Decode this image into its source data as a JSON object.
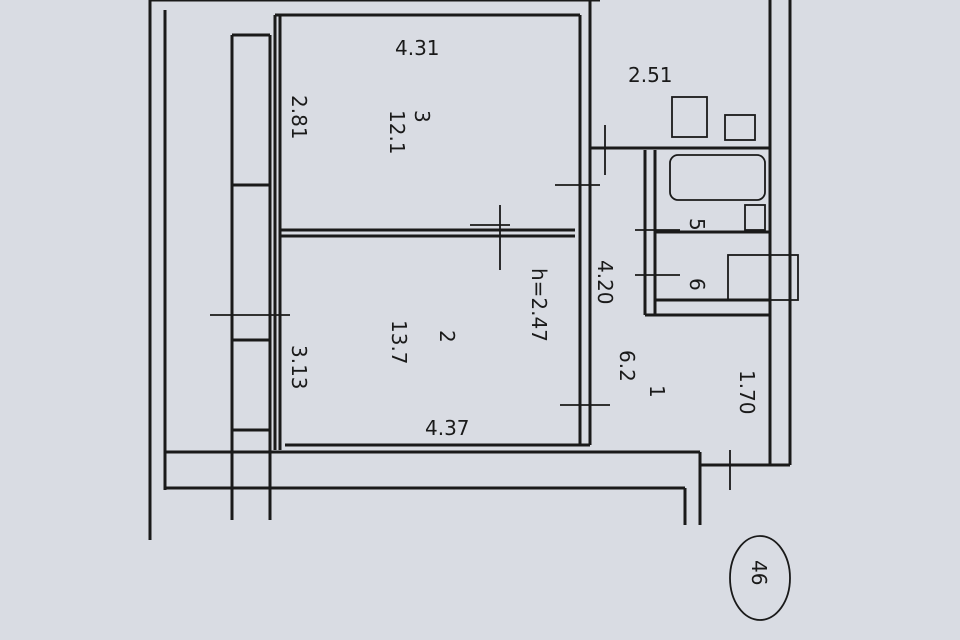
{
  "plan": {
    "badge": "46",
    "ceiling_height": "h=2.47",
    "rooms": [
      {
        "number": "3",
        "area": "12.1",
        "width": "4.31",
        "length": "2.81"
      },
      {
        "number": "2",
        "area": "13.7",
        "width": "4.37",
        "length": "3.13"
      },
      {
        "number": "1",
        "area": "6.2",
        "width": "4.20",
        "length": "1.70"
      },
      {
        "number": "5"
      },
      {
        "number": "6"
      }
    ],
    "kitchen_dim": "2.51"
  },
  "colors": {
    "paper": "#d9dce3",
    "ink": "#1a1a1a"
  }
}
